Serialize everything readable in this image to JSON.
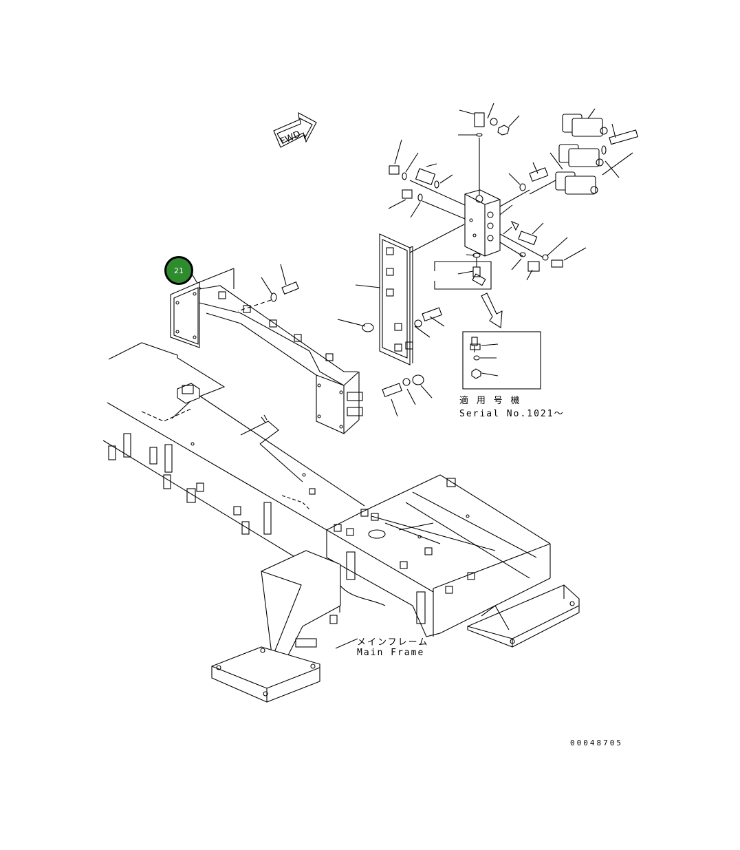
{
  "fwd_label": "FWD",
  "callout": {
    "number": "21"
  },
  "inset": {
    "label_jp": "適 用 号 機",
    "label_en": "Serial No.1021～"
  },
  "main_frame": {
    "label_jp": "メインフレーム",
    "label_en": "Main Frame"
  },
  "drawing_number": "00048705",
  "colors": {
    "callout_fill": "#2e8b2e",
    "line": "#000000"
  }
}
